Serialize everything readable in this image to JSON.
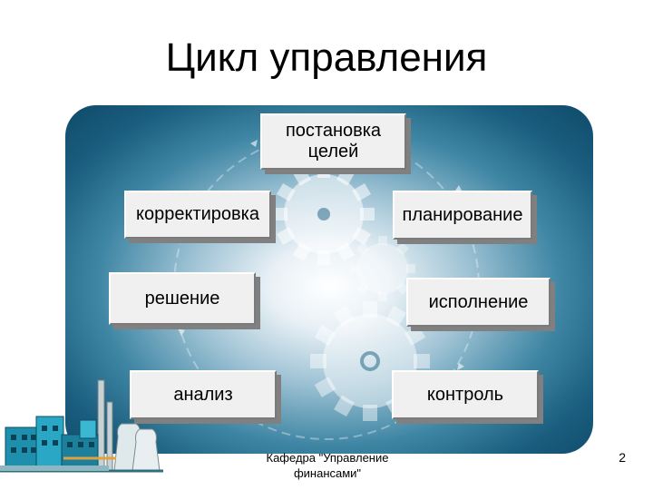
{
  "slide": {
    "title": "Цикл управления",
    "footer": "Кафедра \"Управление финансами\"",
    "page_number": "2"
  },
  "cycle": {
    "stages": [
      "постановка целей",
      "планирование",
      "исполнение",
      "контроль",
      "анализ",
      "решение",
      "корректировка"
    ]
  },
  "decor": {
    "background_icon": "gears-icon",
    "corner_icon": "power-plant-icon",
    "panel_color": "#1a5d7e"
  }
}
